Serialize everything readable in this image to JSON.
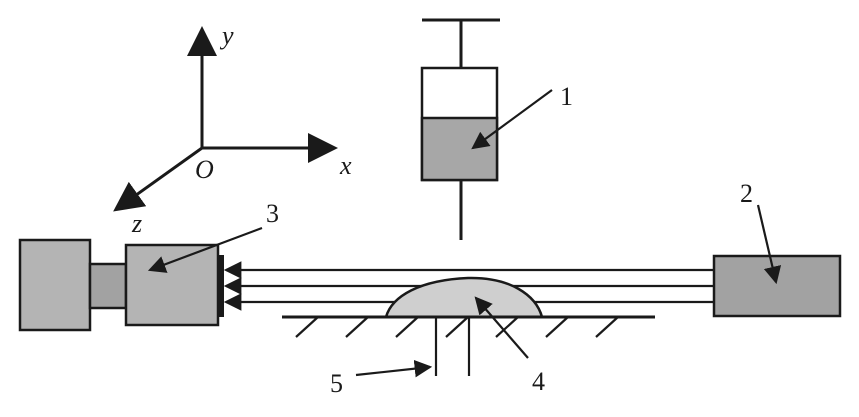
{
  "axes": {
    "y_label": "y",
    "x_label": "x",
    "z_label": "z",
    "origin_label": "O"
  },
  "callouts": {
    "label_1": "1",
    "label_2": "2",
    "label_3": "3",
    "label_4": "4",
    "label_5": "5"
  },
  "colors": {
    "fill_gray": "#b4b4b4",
    "fill_dark_gray": "#a2a2a2",
    "liquid_gray": "#a7a7a7",
    "droplet_gray": "#cfcfcf",
    "line": "#1a1a1a"
  }
}
